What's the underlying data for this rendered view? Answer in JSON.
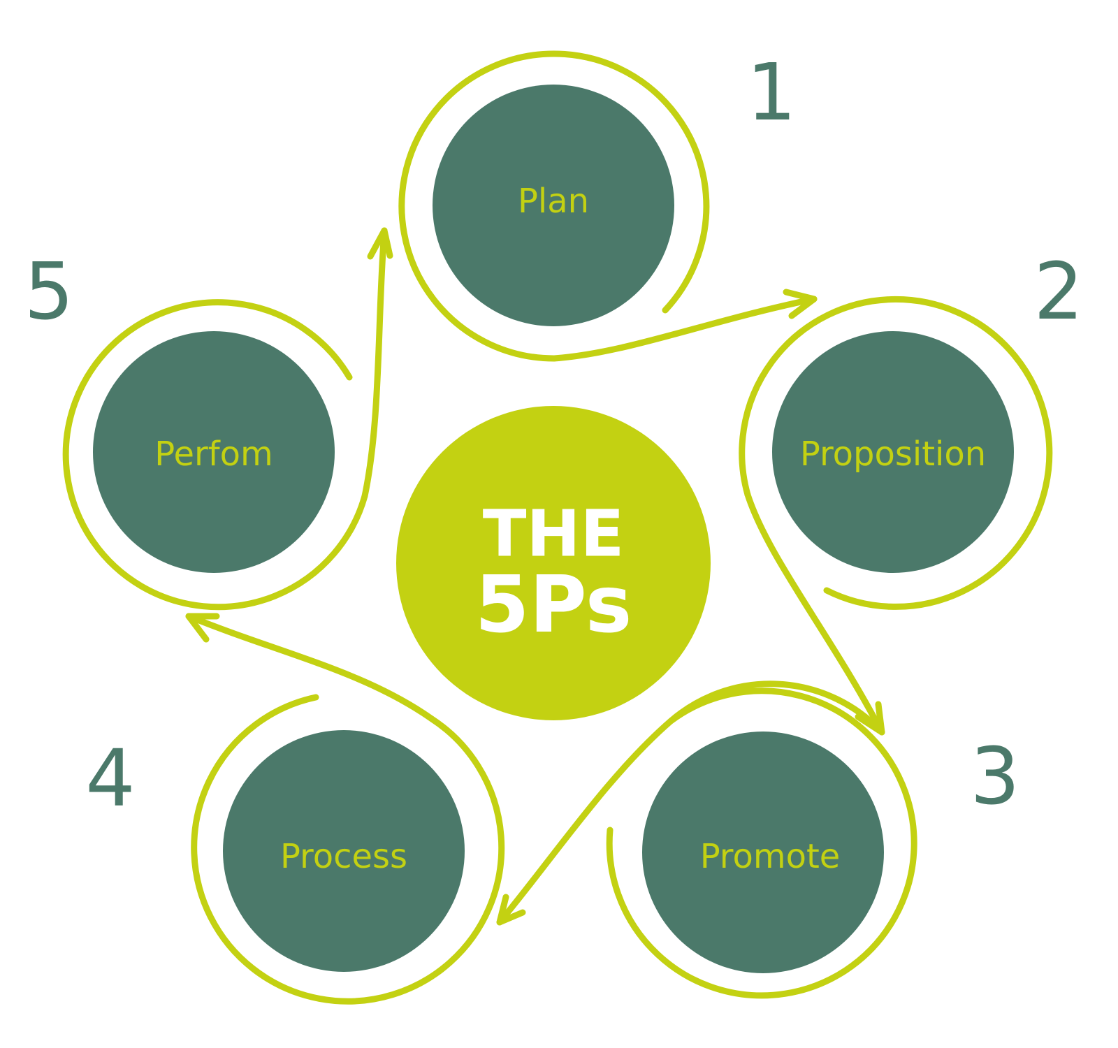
{
  "diagram": {
    "center": {
      "line1": "THE",
      "line2": "5Ps"
    },
    "stages": [
      {
        "number": "1",
        "label": "Plan"
      },
      {
        "number": "2",
        "label": "Proposition"
      },
      {
        "number": "3",
        "label": "Promote"
      },
      {
        "number": "4",
        "label": "Process"
      },
      {
        "number": "5",
        "label": "Perfom"
      }
    ],
    "colors": {
      "accent_lime": "#c3d112",
      "node_green": "#4b796a",
      "number_green": "#4b796a",
      "center_text": "#ffffff",
      "background": "#ffffff"
    }
  }
}
